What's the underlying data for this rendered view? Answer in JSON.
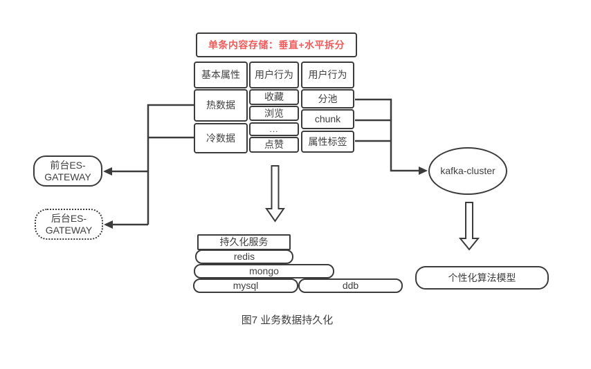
{
  "palette": {
    "line_color": "#3b3b3b",
    "accent_red": "#ef5b5b",
    "text_color": "#3f3f3f",
    "background": "#ffffff"
  },
  "diagram": {
    "header": "单条内容存储：垂直+水平拆分",
    "table": {
      "row1": [
        "基本属性",
        "用户行为",
        "用户行为"
      ],
      "col1": [
        "热数据",
        "冷数据"
      ],
      "col2": [
        "收藏",
        "浏览",
        "...",
        "点赞"
      ],
      "col3": [
        "分池",
        "chunk",
        "属性标签"
      ]
    },
    "gateways": {
      "front": {
        "line1": "前台ES-",
        "line2": "GATEWAY"
      },
      "back": {
        "line1": "后台ES-",
        "line2": "GATEWAY"
      }
    },
    "kafka": "kafka-cluster",
    "persistence": {
      "service": "持久化服务",
      "layers": [
        "redis",
        "mongo",
        "mysql",
        "ddb"
      ]
    },
    "model": "个性化算法模型",
    "caption": "图7 业务数据持久化"
  }
}
